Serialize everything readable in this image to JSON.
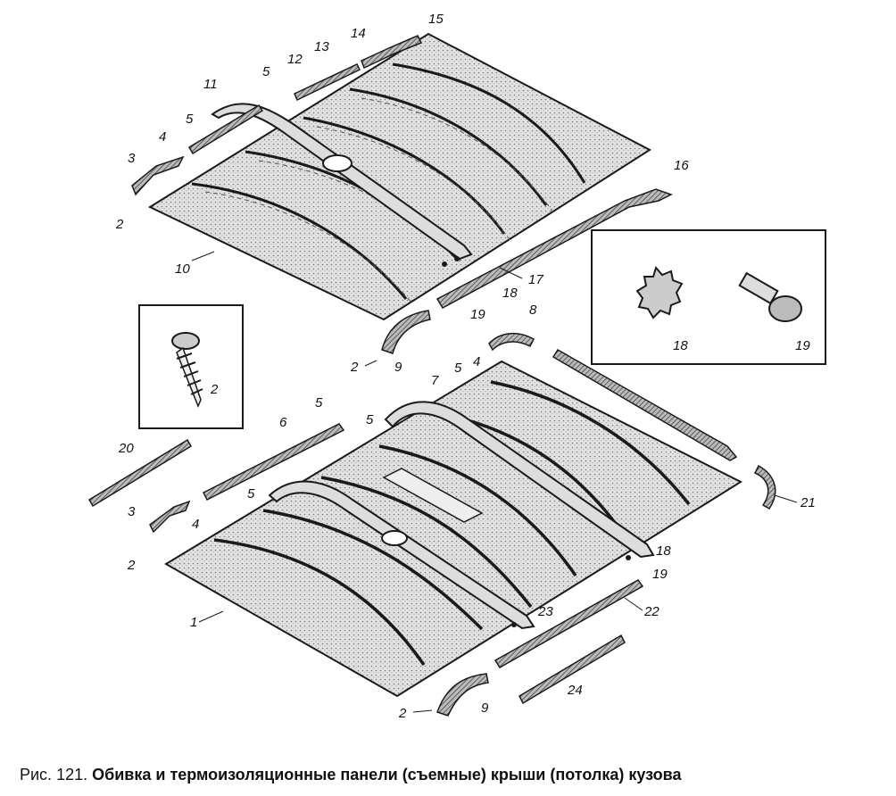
{
  "caption": {
    "figure_label": "Рис. 121.",
    "title": "Обивка и термоизоляционные панели (съемные) крыши (потолка) кузова"
  },
  "callouts": {
    "c1": "1",
    "c2a": "2",
    "c2b": "2",
    "c2c": "2",
    "c2d": "2",
    "c2e": "2",
    "c3a": "3",
    "c3b": "3",
    "c4a": "4",
    "c4b": "4",
    "c4c": "4",
    "c5a": "5",
    "c5b": "5",
    "c5c": "5",
    "c5d": "5",
    "c5e": "5",
    "c5f": "5",
    "c6": "6",
    "c7": "7",
    "c8": "8",
    "c9a": "9",
    "c9b": "9",
    "c10": "10",
    "c11": "11",
    "c12": "12",
    "c13": "13",
    "c14": "14",
    "c15": "15",
    "c16": "16",
    "c17": "17",
    "c18a": "18",
    "c18b": "18",
    "c18c": "18",
    "c19a": "19",
    "c19b": "19",
    "c19c": "19",
    "c20": "20",
    "c21": "21",
    "c22": "22",
    "c23": "23",
    "c24": "24"
  },
  "colors": {
    "ink": "#1a1a1a",
    "panel_fill": "#cfcfcf",
    "paper": "#ffffff"
  }
}
